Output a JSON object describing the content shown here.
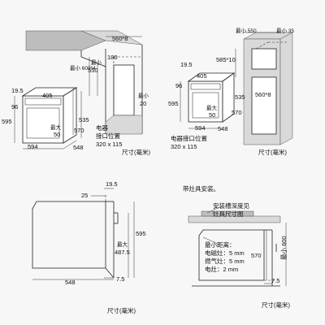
{
  "panel_tl": {
    "d_560_8": "560*8",
    "min_600_4": "最小 600*4",
    "min_550": "最小",
    "v_550": "550",
    "v_180": "180",
    "min_20": "最小",
    "v_20": "20",
    "v_405": "405",
    "v_19_5": "19.5",
    "v_96": "96",
    "v_595": "595",
    "min_50": "最大",
    "v_50": "50",
    "v_535": "535",
    "v_570": "570",
    "v_594": "594",
    "v_548": "548",
    "elec_1": "电器",
    "elec_2": "接口位置",
    "elec_3": "320 x 115",
    "unit": "尺寸(毫米)"
  },
  "panel_tr": {
    "min_550": "最小 550",
    "min_35": "最小 35",
    "v_19_5": "19.5",
    "v_405": "405",
    "v_585_10": "585*10",
    "v_96": "96",
    "v_595": "595",
    "max_50": "最大",
    "v_50": "50",
    "v_535": "535",
    "v_570": "570",
    "v_594": "594",
    "v_548": "548",
    "v_560_8": "560*8",
    "elec_1": "电器接口位置",
    "elec_2": "320 x 115",
    "unit": "尺寸(毫米)"
  },
  "panel_bl": {
    "v_19_5": "19.5",
    "v_25": "25",
    "v_595": "595",
    "max": "最大",
    "v_487_5": "487.5",
    "v_548": "548",
    "v_7_5": "7.5",
    "unit": "尺寸(毫米)"
  },
  "panel_br": {
    "note": "带灶具安装。",
    "groove_1": "安装槽深度见",
    "groove_2": "灶具尺寸图",
    "min_dist": "最小距离：",
    "induction": "电磁灶：5 mm",
    "gas": "燃气灶：5 mm",
    "electric": "电灶：2 mm",
    "v_570": "570",
    "min_600": "最小 600",
    "v_7_5": "7.5",
    "unit": "尺寸(毫米)"
  }
}
